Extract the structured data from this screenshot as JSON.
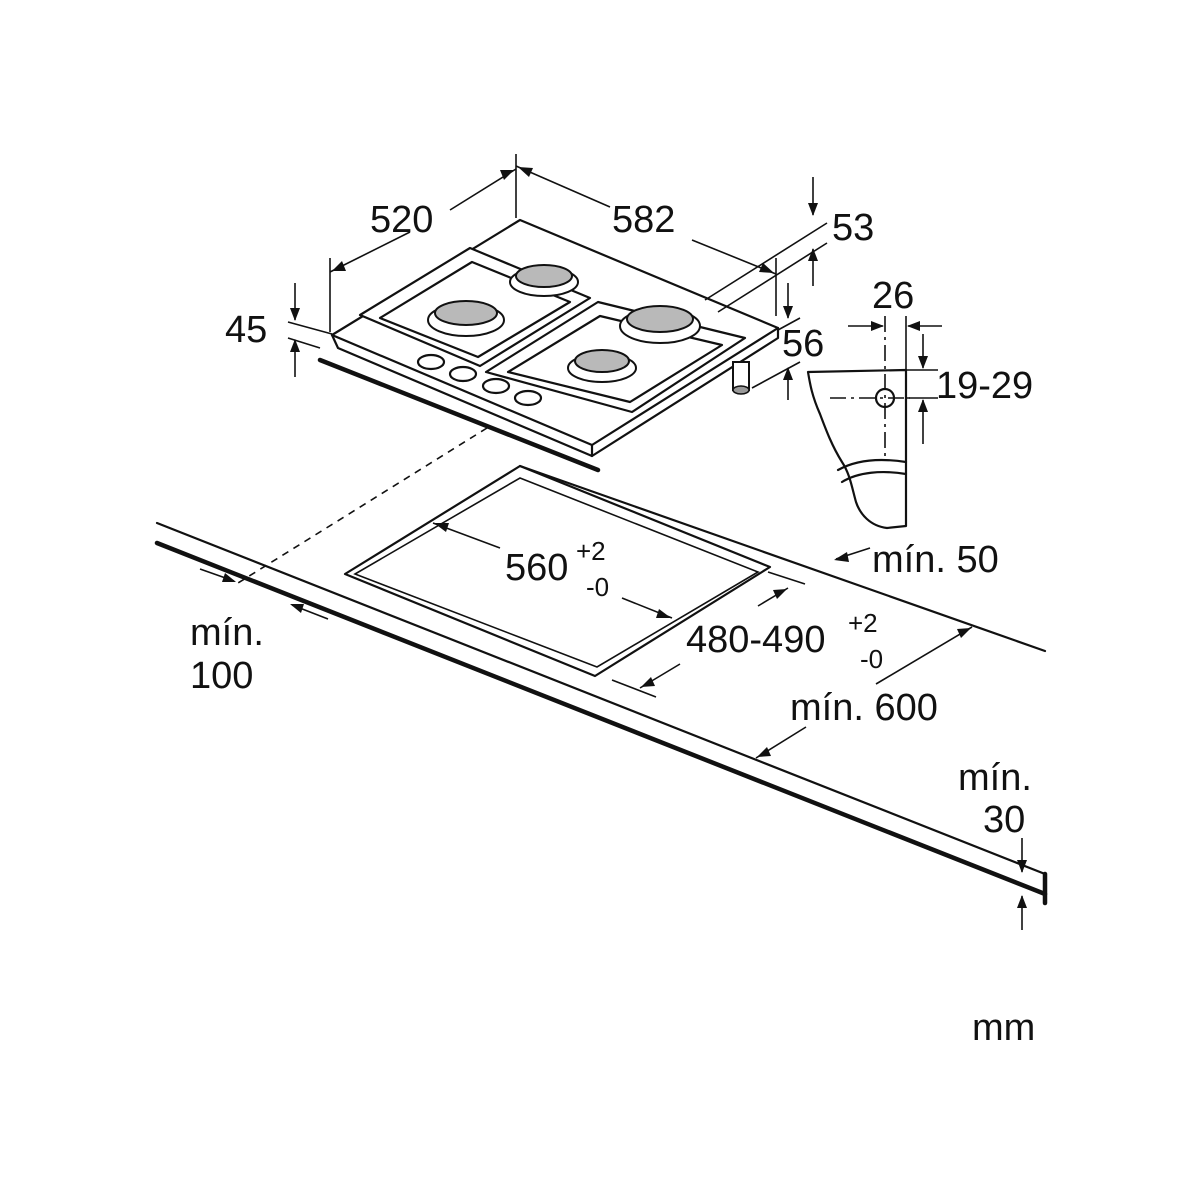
{
  "diagram": {
    "hob": {
      "width": "582",
      "depth": "520",
      "height_above_worktop": "45",
      "rear_offset": "53",
      "connector_height": "56"
    },
    "connection_detail": {
      "offset": "26",
      "height_range": "19-29"
    },
    "cutout": {
      "width_main": "560",
      "width_tol_plus": "+2",
      "width_tol_minus": "-0",
      "depth_main": "480-490",
      "depth_tol_plus": "+2",
      "depth_tol_minus": "-0"
    },
    "clearances": {
      "rear": "mín. 50",
      "side_line1": "mín.",
      "side_line2": "100",
      "worktop_depth": "mín. 600",
      "thickness_line1": "mín.",
      "thickness_line2": "30"
    },
    "unit": "mm"
  },
  "colors": {
    "line": "#111111",
    "background": "#ffffff"
  }
}
